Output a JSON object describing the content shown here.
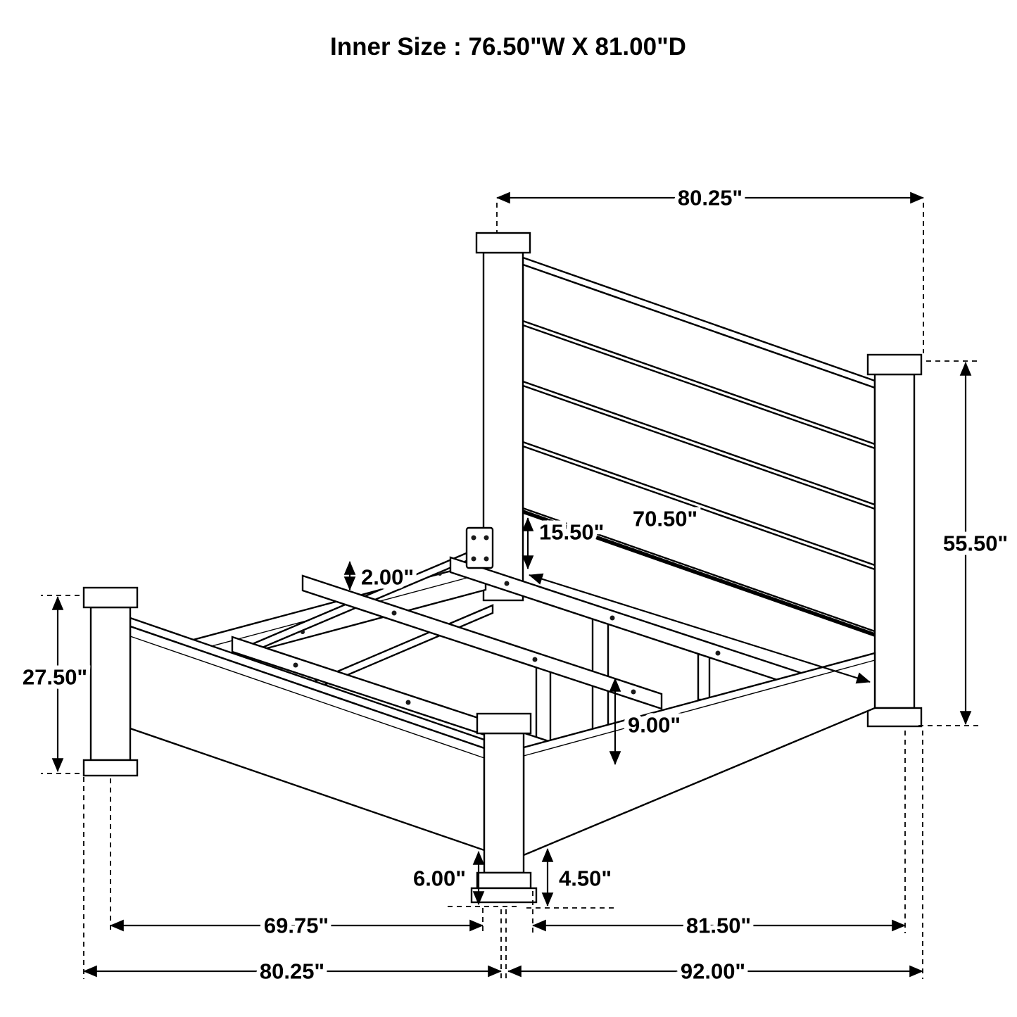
{
  "title": "Inner Size : 76.50\"W X 81.00\"D",
  "colors": {
    "background": "#ffffff",
    "line": "#000000",
    "text": "#000000"
  },
  "dimensions": {
    "headboard_outer_width": "80.25\"",
    "headboard_height": "55.50\"",
    "footboard_height": "27.50\"",
    "headboard_bottom_to_slats": "15.50\"",
    "headboard_inner_width": "70.50\"",
    "slat_thickness": "2.00\"",
    "center_support_height": "9.00\"",
    "footboard_floor_clearance": "6.00\"",
    "side_rail_floor_clearance": "4.50\"",
    "footboard_inner_width": "69.75\"",
    "side_rail_length": "81.50\"",
    "footboard_outer_width": "80.25\"",
    "overall_length": "92.00\""
  }
}
